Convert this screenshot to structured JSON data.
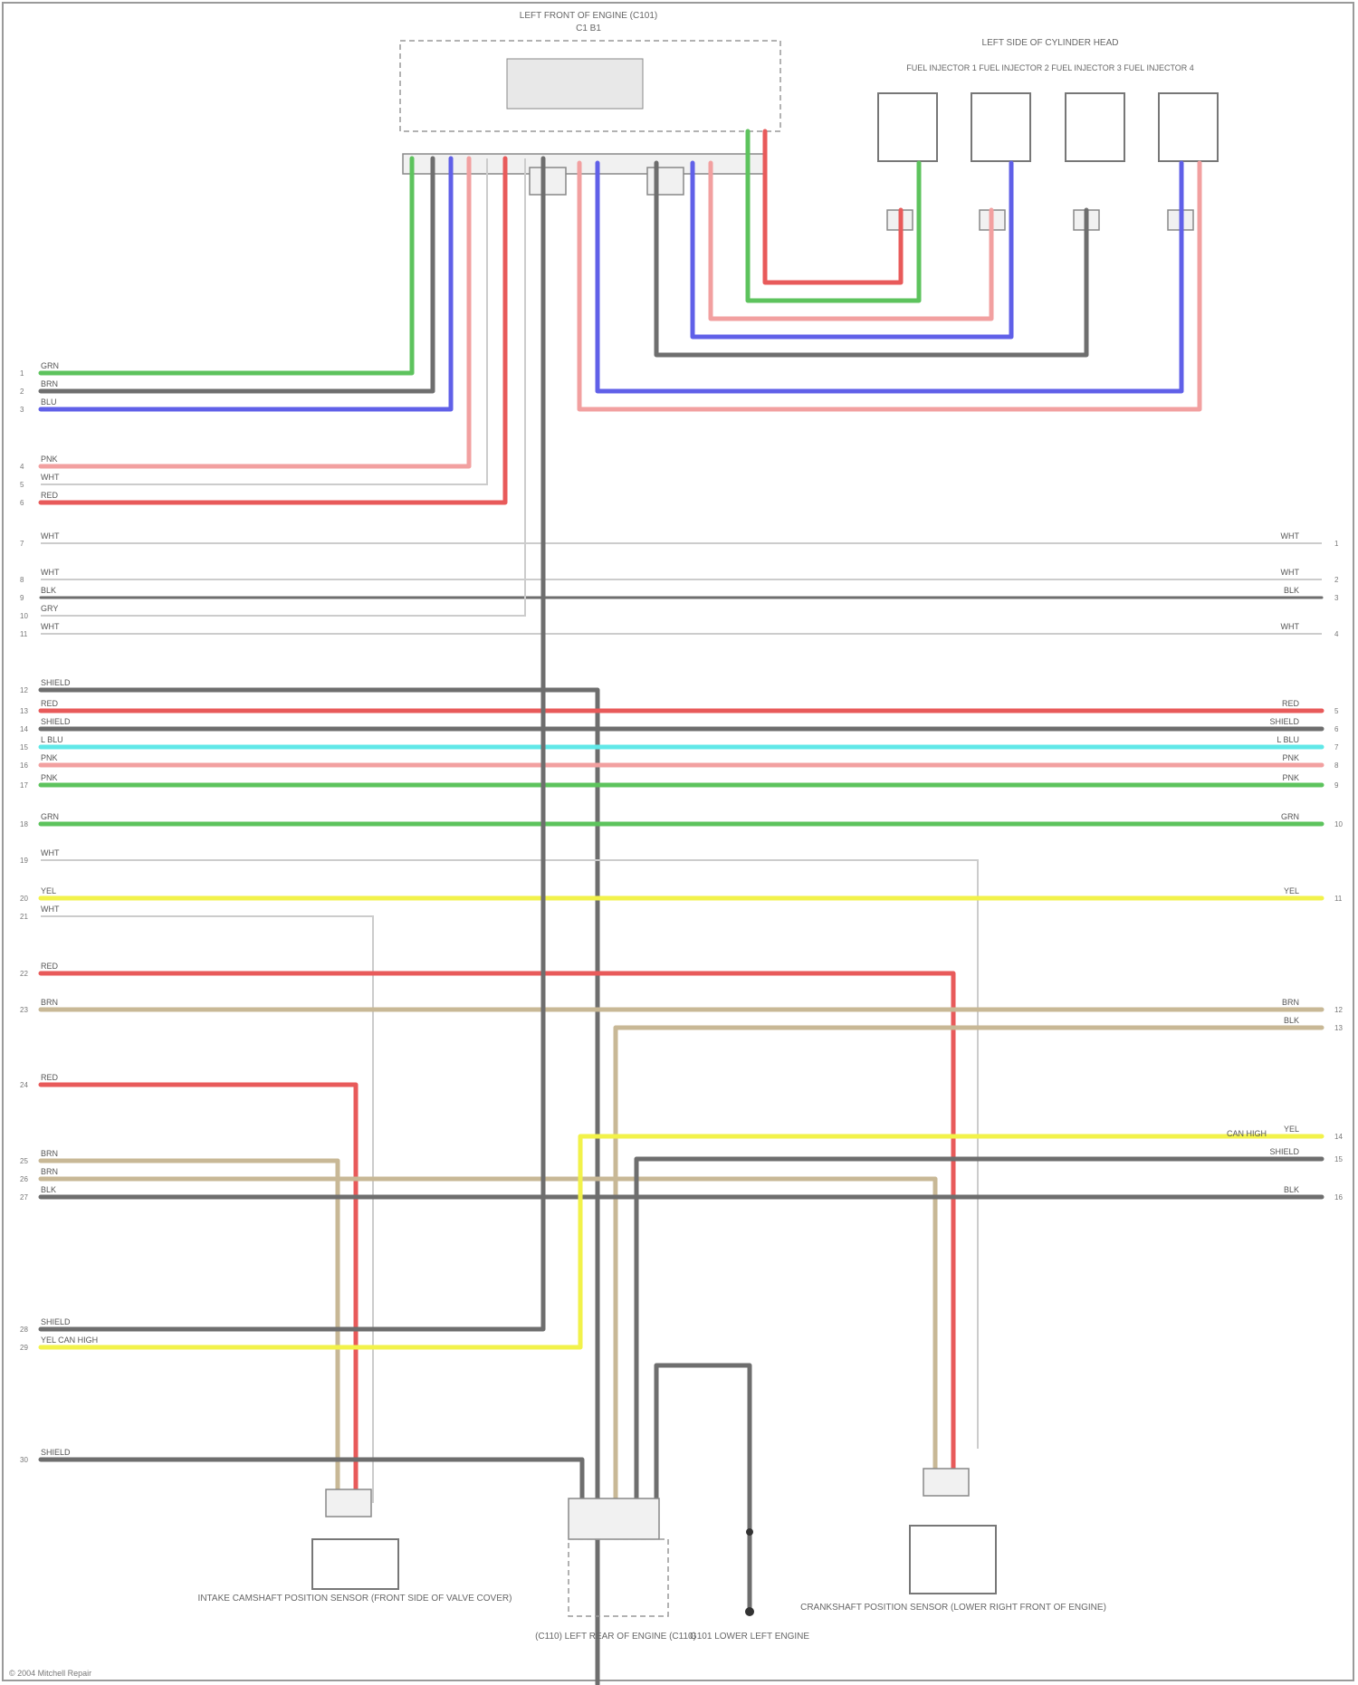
{
  "connectors": {
    "top_center": {
      "title": "LEFT FRONT OF ENGINE (C101)",
      "subtitle": "C1 B1"
    },
    "top_right": {
      "title": "LEFT SIDE OF CYLINDER HEAD",
      "subtitle": "FUEL INJECTOR 1 FUEL INJECTOR 2 FUEL INJECTOR 3 FUEL INJECTOR 4"
    }
  },
  "left_labels": [
    {
      "num": "1",
      "wire": "GRN"
    },
    {
      "num": "2",
      "wire": "BRN"
    },
    {
      "num": "3",
      "wire": "BLU"
    },
    {
      "num": "4",
      "wire": "PNK"
    },
    {
      "num": "5",
      "wire": "WHT"
    },
    {
      "num": "6",
      "wire": "RED"
    },
    {
      "num": "7",
      "wire": "WHT"
    },
    {
      "num": "8",
      "wire": "WHT"
    },
    {
      "num": "9",
      "wire": "BLK"
    },
    {
      "num": "10",
      "wire": "GRY"
    },
    {
      "num": "11",
      "wire": "WHT"
    },
    {
      "num": "12",
      "wire": "SHIELD"
    },
    {
      "num": "13",
      "wire": "RED"
    },
    {
      "num": "14",
      "wire": "SHIELD"
    },
    {
      "num": "15",
      "wire": "L BLU"
    },
    {
      "num": "16",
      "wire": "PNK"
    },
    {
      "num": "17",
      "wire": "PNK"
    },
    {
      "num": "18",
      "wire": "GRN"
    },
    {
      "num": "19",
      "wire": "WHT"
    },
    {
      "num": "20",
      "wire": "YEL"
    },
    {
      "num": "21",
      "wire": "WHT"
    },
    {
      "num": "22",
      "wire": "RED"
    },
    {
      "num": "23",
      "wire": "BRN"
    },
    {
      "num": "24",
      "wire": "RED"
    },
    {
      "num": "25",
      "wire": "BRN"
    },
    {
      "num": "26",
      "wire": "BRN"
    },
    {
      "num": "27",
      "wire": "BLK"
    },
    {
      "num": "28",
      "wire": "SHIELD"
    },
    {
      "num": "29",
      "wire": "YEL"
    },
    {
      "num": "30",
      "wire": "SHIELD"
    }
  ],
  "right_labels": [
    {
      "num": "1",
      "wire": "WHT"
    },
    {
      "num": "2",
      "wire": "WHT"
    },
    {
      "num": "3",
      "wire": "BLK"
    },
    {
      "num": "4",
      "wire": "WHT"
    },
    {
      "num": "5",
      "wire": "RED"
    },
    {
      "num": "6",
      "wire": "SHIELD"
    },
    {
      "num": "7",
      "wire": "L BLU"
    },
    {
      "num": "8",
      "wire": "PNK"
    },
    {
      "num": "9",
      "wire": "PNK"
    },
    {
      "num": "10",
      "wire": "GRN"
    },
    {
      "num": "11",
      "wire": "YEL"
    },
    {
      "num": "12",
      "wire": "BRN"
    },
    {
      "num": "13",
      "wire": "BLK"
    },
    {
      "num": "14",
      "wire": "YEL"
    },
    {
      "num": "15",
      "wire": "SHIELD"
    },
    {
      "num": "16",
      "wire": "BLK"
    }
  ],
  "special_labels": {
    "can_high": "CAN HIGH",
    "can_row_left": "YEL CAN HIGH"
  },
  "components": {
    "left_sensor": "INTAKE CAMSHAFT POSITION SENSOR (FRONT SIDE OF VALVE COVER)",
    "center_connector": "(C110) LEFT REAR OF ENGINE (C110)",
    "center_ground": "G101 LOWER LEFT ENGINE",
    "right_sensor": "CRANKSHAFT POSITION SENSOR (LOWER RIGHT FRONT OF ENGINE)"
  },
  "footer": "© 2004 Mitchell Repair",
  "colors": {
    "grn": "#5dc35d",
    "red": "#e85a5a",
    "blu": "#6060e8",
    "gry": "#6e6e6e",
    "pnk": "#f2a0a0",
    "yel": "#f2f24a",
    "lblu": "#60e8e8",
    "tan": "#c8b896"
  }
}
